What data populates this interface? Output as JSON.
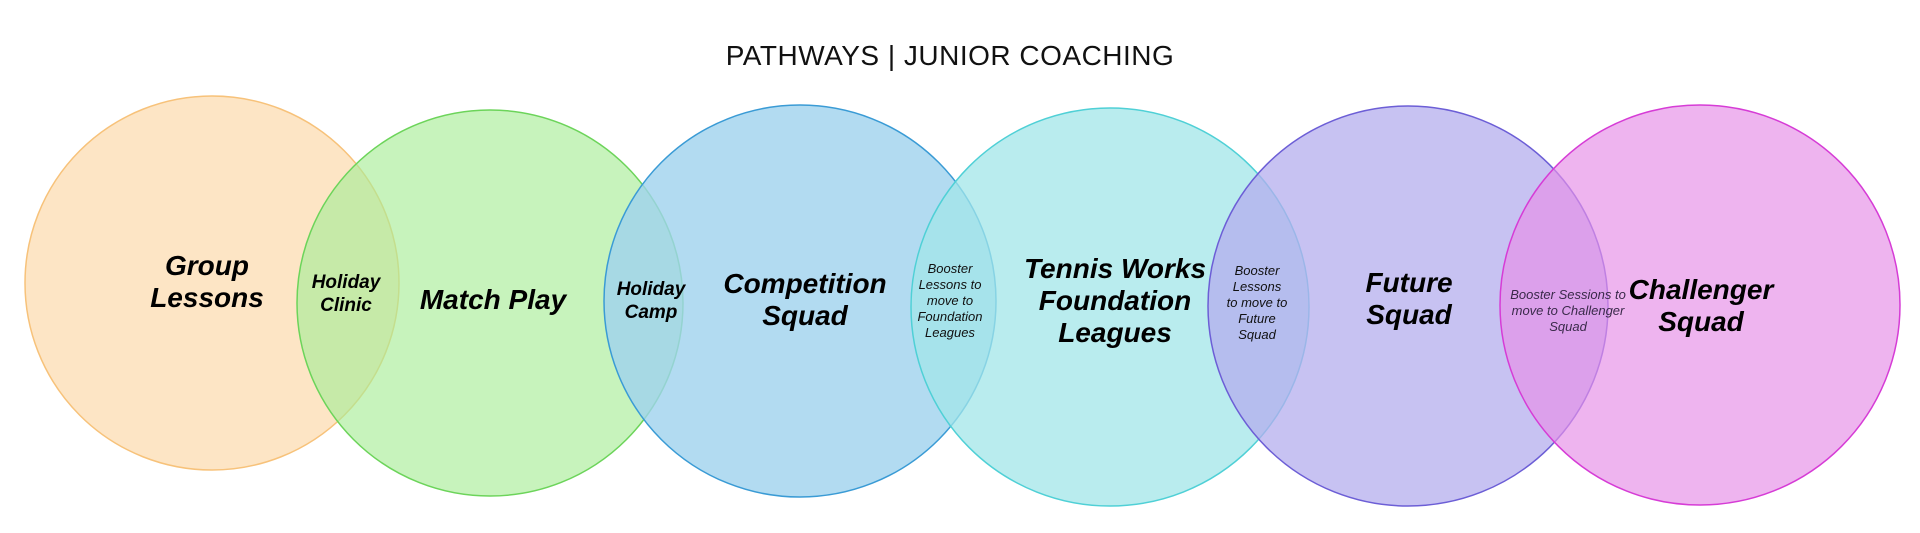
{
  "title": "PATHWAYS | JUNIOR COACHING",
  "circles": [
    {
      "label": "Group\nLessons",
      "fill": "#fde5c5",
      "stroke": "#f7c27a",
      "opacity": 1
    },
    {
      "label": "Match Play",
      "fill": "#a9ec98",
      "stroke": "#6cd45a",
      "opacity": 0.65
    },
    {
      "label": "Competition\nSquad",
      "fill": "#9fd2ee",
      "stroke": "#3a9bd5",
      "opacity": 0.8
    },
    {
      "label": "Tennis Works\nFoundation\nLeagues",
      "fill": "#a2e6e8",
      "stroke": "#4fd0d6",
      "opacity": 0.75
    },
    {
      "label": "Future\nSquad",
      "fill": "#b4aeed",
      "stroke": "#6c5ed6",
      "opacity": 0.75
    },
    {
      "label": "Challenger\nSquad",
      "fill": "#e690e8",
      "stroke": "#d63cd6",
      "opacity": 0.68
    }
  ],
  "overlaps": [
    {
      "label": "Holiday\nClinic"
    },
    {
      "label": "Holiday\nCamp"
    },
    {
      "label": "Booster Lessons to move to Foundation Leagues"
    },
    {
      "label": "Booster Lessons to move to Future Squad"
    },
    {
      "label": "Booster Sessions to move to Challenger Squad"
    }
  ]
}
